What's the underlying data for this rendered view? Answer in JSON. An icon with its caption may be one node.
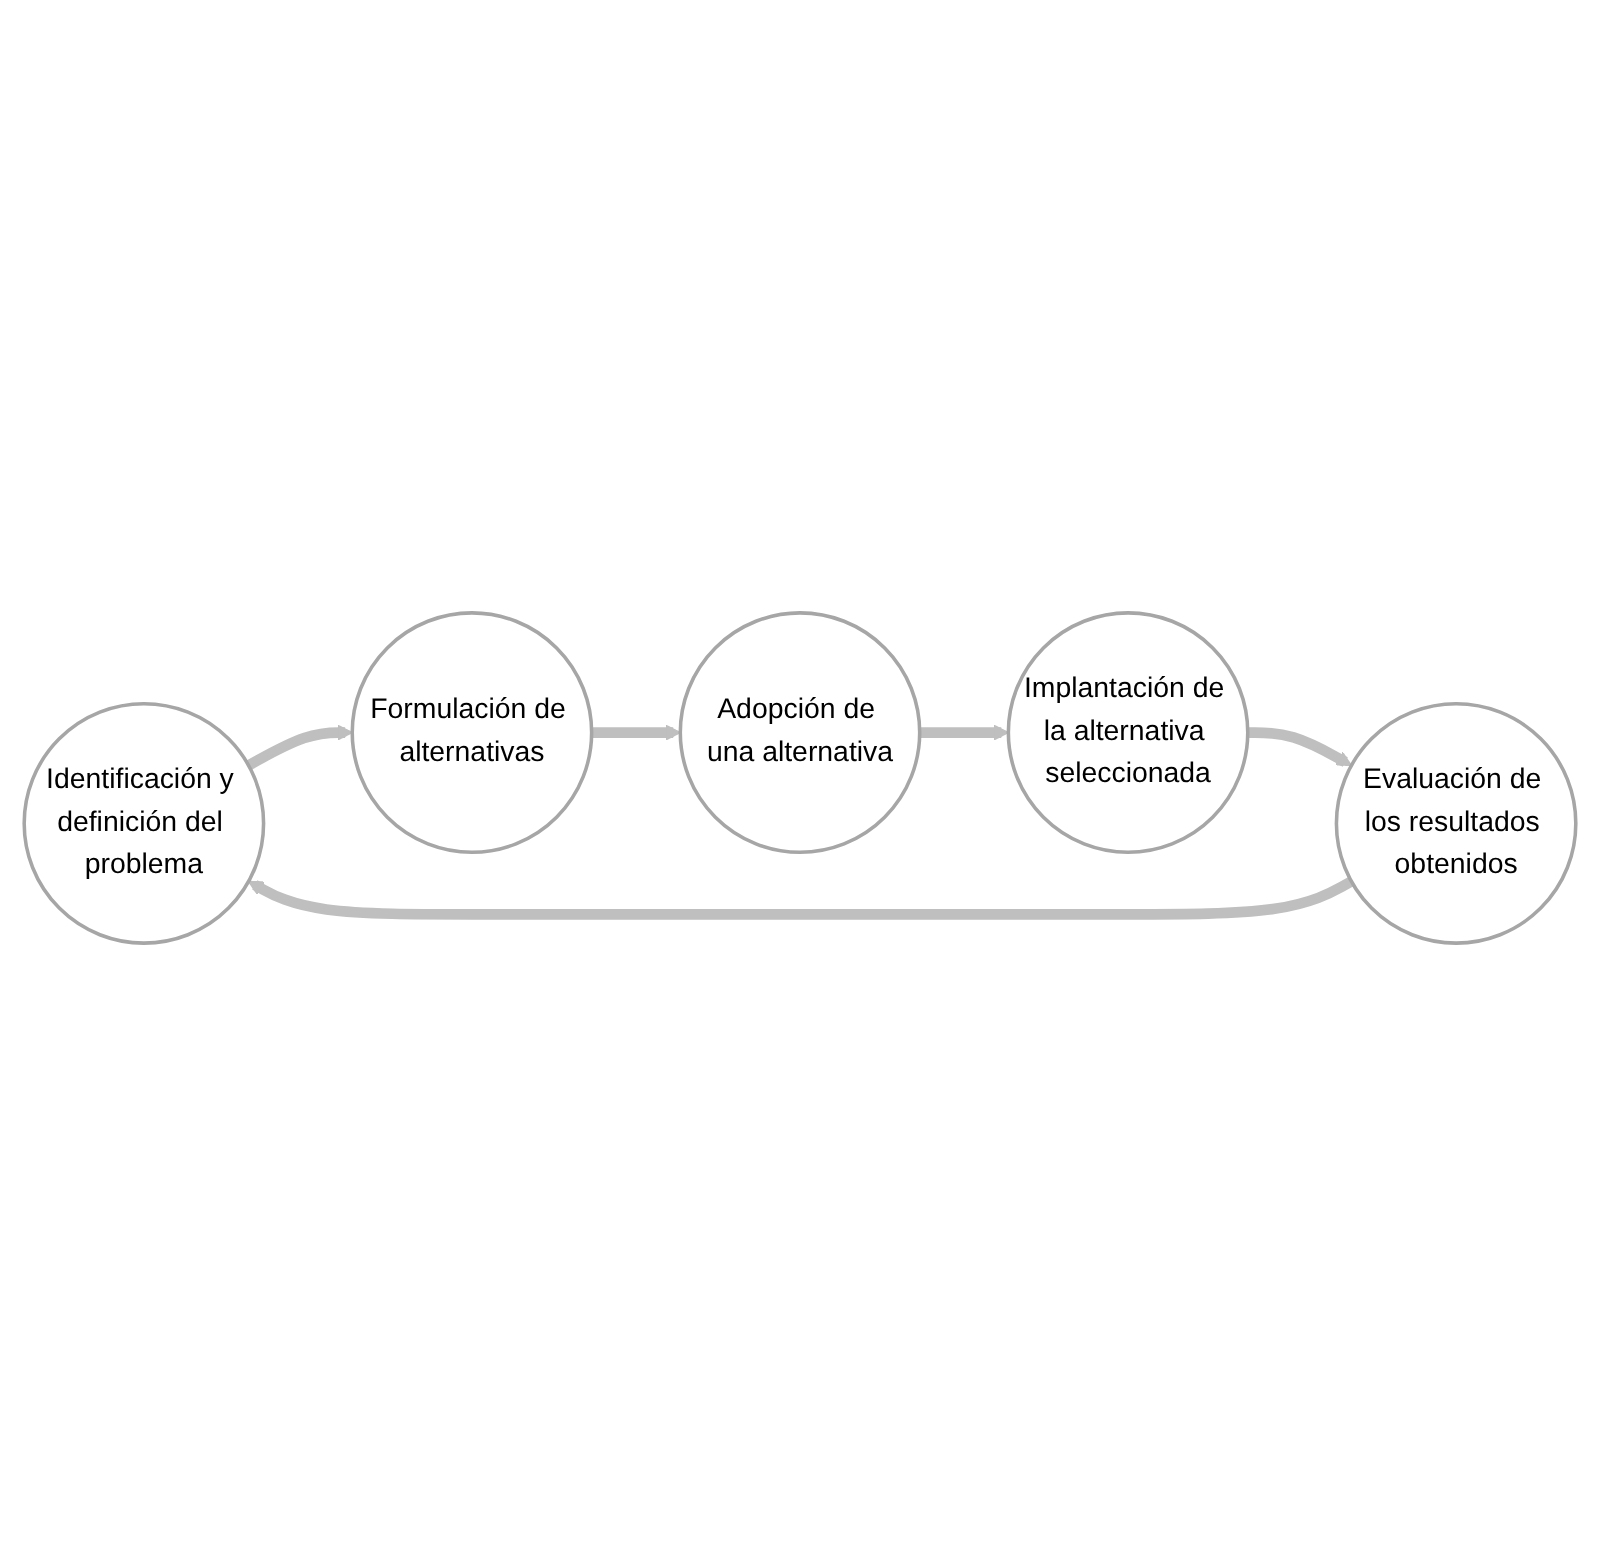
{
  "diagram": {
    "nodes": [
      {
        "text": [
          "Identificación y definición del problema"
        ]
      },
      {
        "text": [
          "Formulación de alternativas"
        ]
      },
      {
        "text": [
          "Adopción de una alternativa"
        ]
      },
      {
        "text": [
          "Implantación de la alternativa seleccionada"
        ]
      },
      {
        "text": [
          "Evaluación de los resultados obtenidos"
        ]
      }
    ],
    "edges": [
      {
        "from": 0,
        "to": 1,
        "arrow": "to"
      },
      {
        "from": 1,
        "to": 2,
        "arrow": "to"
      },
      {
        "from": 2,
        "to": 3,
        "arrow": "to"
      },
      {
        "from": 3,
        "to": 4,
        "arrow": "to"
      },
      {
        "from": 4,
        "to": 0,
        "arrow": "to"
      }
    ]
  }
}
